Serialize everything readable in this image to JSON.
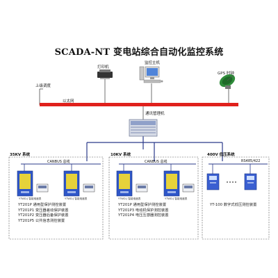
{
  "title": "SCADA-NT 变电站综合自动化监控系统",
  "nodes": {
    "printer": "打印机",
    "monitor_host": "监控主机",
    "gps": "GPS 时钟",
    "dispatch": "上级调度",
    "ethernet": "以太网",
    "comm_manager": "通讯管理机"
  },
  "panels": [
    {
      "name": "35KV 系统",
      "bus": "CANBUS 总线",
      "device_caption": "YTWD-J 智能电度表",
      "lines": [
        "YT201P 通用型保护测控装置",
        "YT201P1 变压器差动保护装置",
        "YT201P2 变压器后备保护装置",
        "YT201P5 公共信息测控装置"
      ]
    },
    {
      "name": "10KV 系统",
      "bus": "CANBUS 总线",
      "device_caption": "YTWD-J 智能电度表",
      "lines": [
        "YT201P 通用型保护测控装置",
        "YT201P3 电动机保护测控装置",
        "YT201P4 电压互感器测控装置"
      ]
    },
    {
      "name": "400V 低压系统",
      "bus": "RS485/422",
      "lines": [
        "YT-100 数字式低压测控装置"
      ]
    }
  ],
  "colors": {
    "bus_red": "#e0201c",
    "panel_blue": "#2e56c8",
    "device_yellow": "#e6d23a",
    "link_blue": "#2a3a8a"
  }
}
